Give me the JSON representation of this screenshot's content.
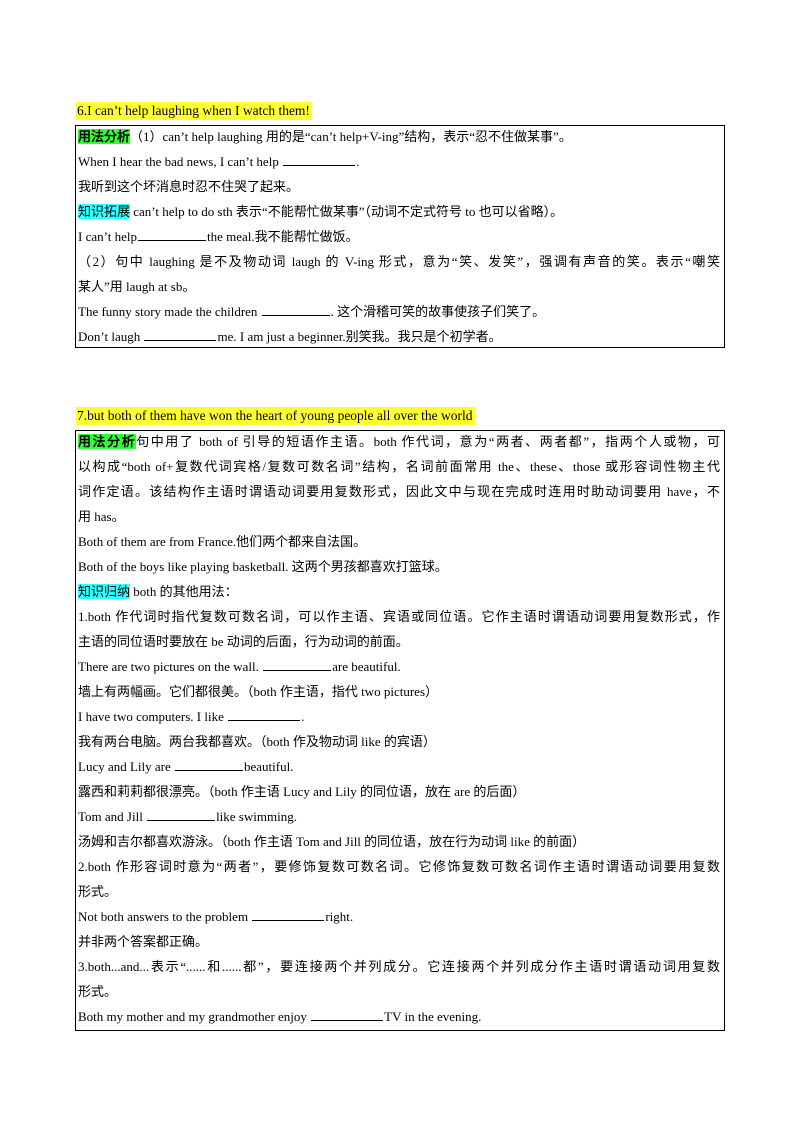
{
  "section6": {
    "heading": "6.I can’t help laughing when I watch them!",
    "tag_usage": "用法分析",
    "l1_text": "（1）can’t help laughing 用的是“can’t help+V-ing”结构，表示“忍不住做某事”。",
    "l2_a": "When I hear the bad news, I can’t help",
    "l2_b": ".",
    "l3": "我听到这个坏消息时忍不住哭了起来。",
    "tag_ext": "知识拓展",
    "l4_text": " can’t help to do sth 表示“不能帮忙做某事”（动词不定式符号 to 也可以省略）。",
    "l5_a": "I can’t help",
    "l5_b": "the meal.我不能帮忙做饭。",
    "l6": "（2）句中 laughing 是不及物动词 laugh 的 V-ing 形式，意为“笑、发笑”，强调有声音的笑。表示“嘲笑",
    "l7": "某人”用 laugh at sb。",
    "l8_a": "The funny story made the children",
    "l8_b": ". 这个滑稽可笑的故事使孩子们笑了。",
    "l9_a": "Don’t laugh",
    "l9_b": "me. I am just a beginner.别笑我。我只是个初学者。"
  },
  "section7": {
    "heading": "7.but both of them have won the heart of young people all over the world",
    "tag_usage": "用法分析",
    "l1_text": "句中用了 both of 引导的短语作主语。both 作代词，意为“两者、两者都”，指两个人或物，可",
    "l2": "以构成“both of+复数代词宾格/复数可数名词”结构，名词前面常用 the、these、those 或形容词性物主代",
    "l3": "词作定语。该结构作主语时谓语动词要用复数形式，因此文中与现在完成时连用时助动词要用 have，不",
    "l4": "用 has。",
    "l5": "Both of them are from France.他们两个都来自法国。",
    "l6": "Both of the boys like playing basketball. 这两个男孩都喜欢打篮球。",
    "tag_summary": "知识归纳",
    "l7_text": " both 的其他用法：",
    "l8": "1.both 作代词时指代复数可数名词，可以作主语、宾语或同位语。它作主语时谓语动词要用复数形式，作",
    "l9": "主语的同位语时要放在 be 动词的后面，行为动词的前面。",
    "l10_a": "There are two pictures on the wall.",
    "l10_b": "are beautiful.",
    "l11": "墙上有两幅画。它们都很美。（both 作主语，指代 two pictures）",
    "l12_a": "I have two computers. I like",
    "l12_b": ".",
    "l13": "我有两台电脑。两台我都喜欢。（both 作及物动词 like 的宾语）",
    "l14_a": "Lucy and Lily are",
    "l14_b": "beautiful.",
    "l15": "露西和莉莉都很漂亮。（both 作主语 Lucy and Lily 的同位语，放在 are 的后面）",
    "l16_a": "Tom and Jill",
    "l16_b": "like swimming.",
    "l17": "汤姆和吉尔都喜欢游泳。（both 作主语 Tom and Jill 的同位语，放在行为动词 like 的前面）",
    "l18": "2.both 作形容词时意为“两者”，要修饰复数可数名词。它修饰复数可数名词作主语时谓语动词要用复数",
    "l19": "形式。",
    "l20_a": "Not both answers to the problem",
    "l20_b": "right.",
    "l21": "并非两个答案都正确。",
    "l22": "3.both...and...表示“......和......都”，要连接两个并列成分。它连接两个并列成分作主语时谓语动词用复数",
    "l23": "形式。",
    "l24_a": "Both my mother and my grandmother enjoy",
    "l24_b": "TV in the evening."
  }
}
